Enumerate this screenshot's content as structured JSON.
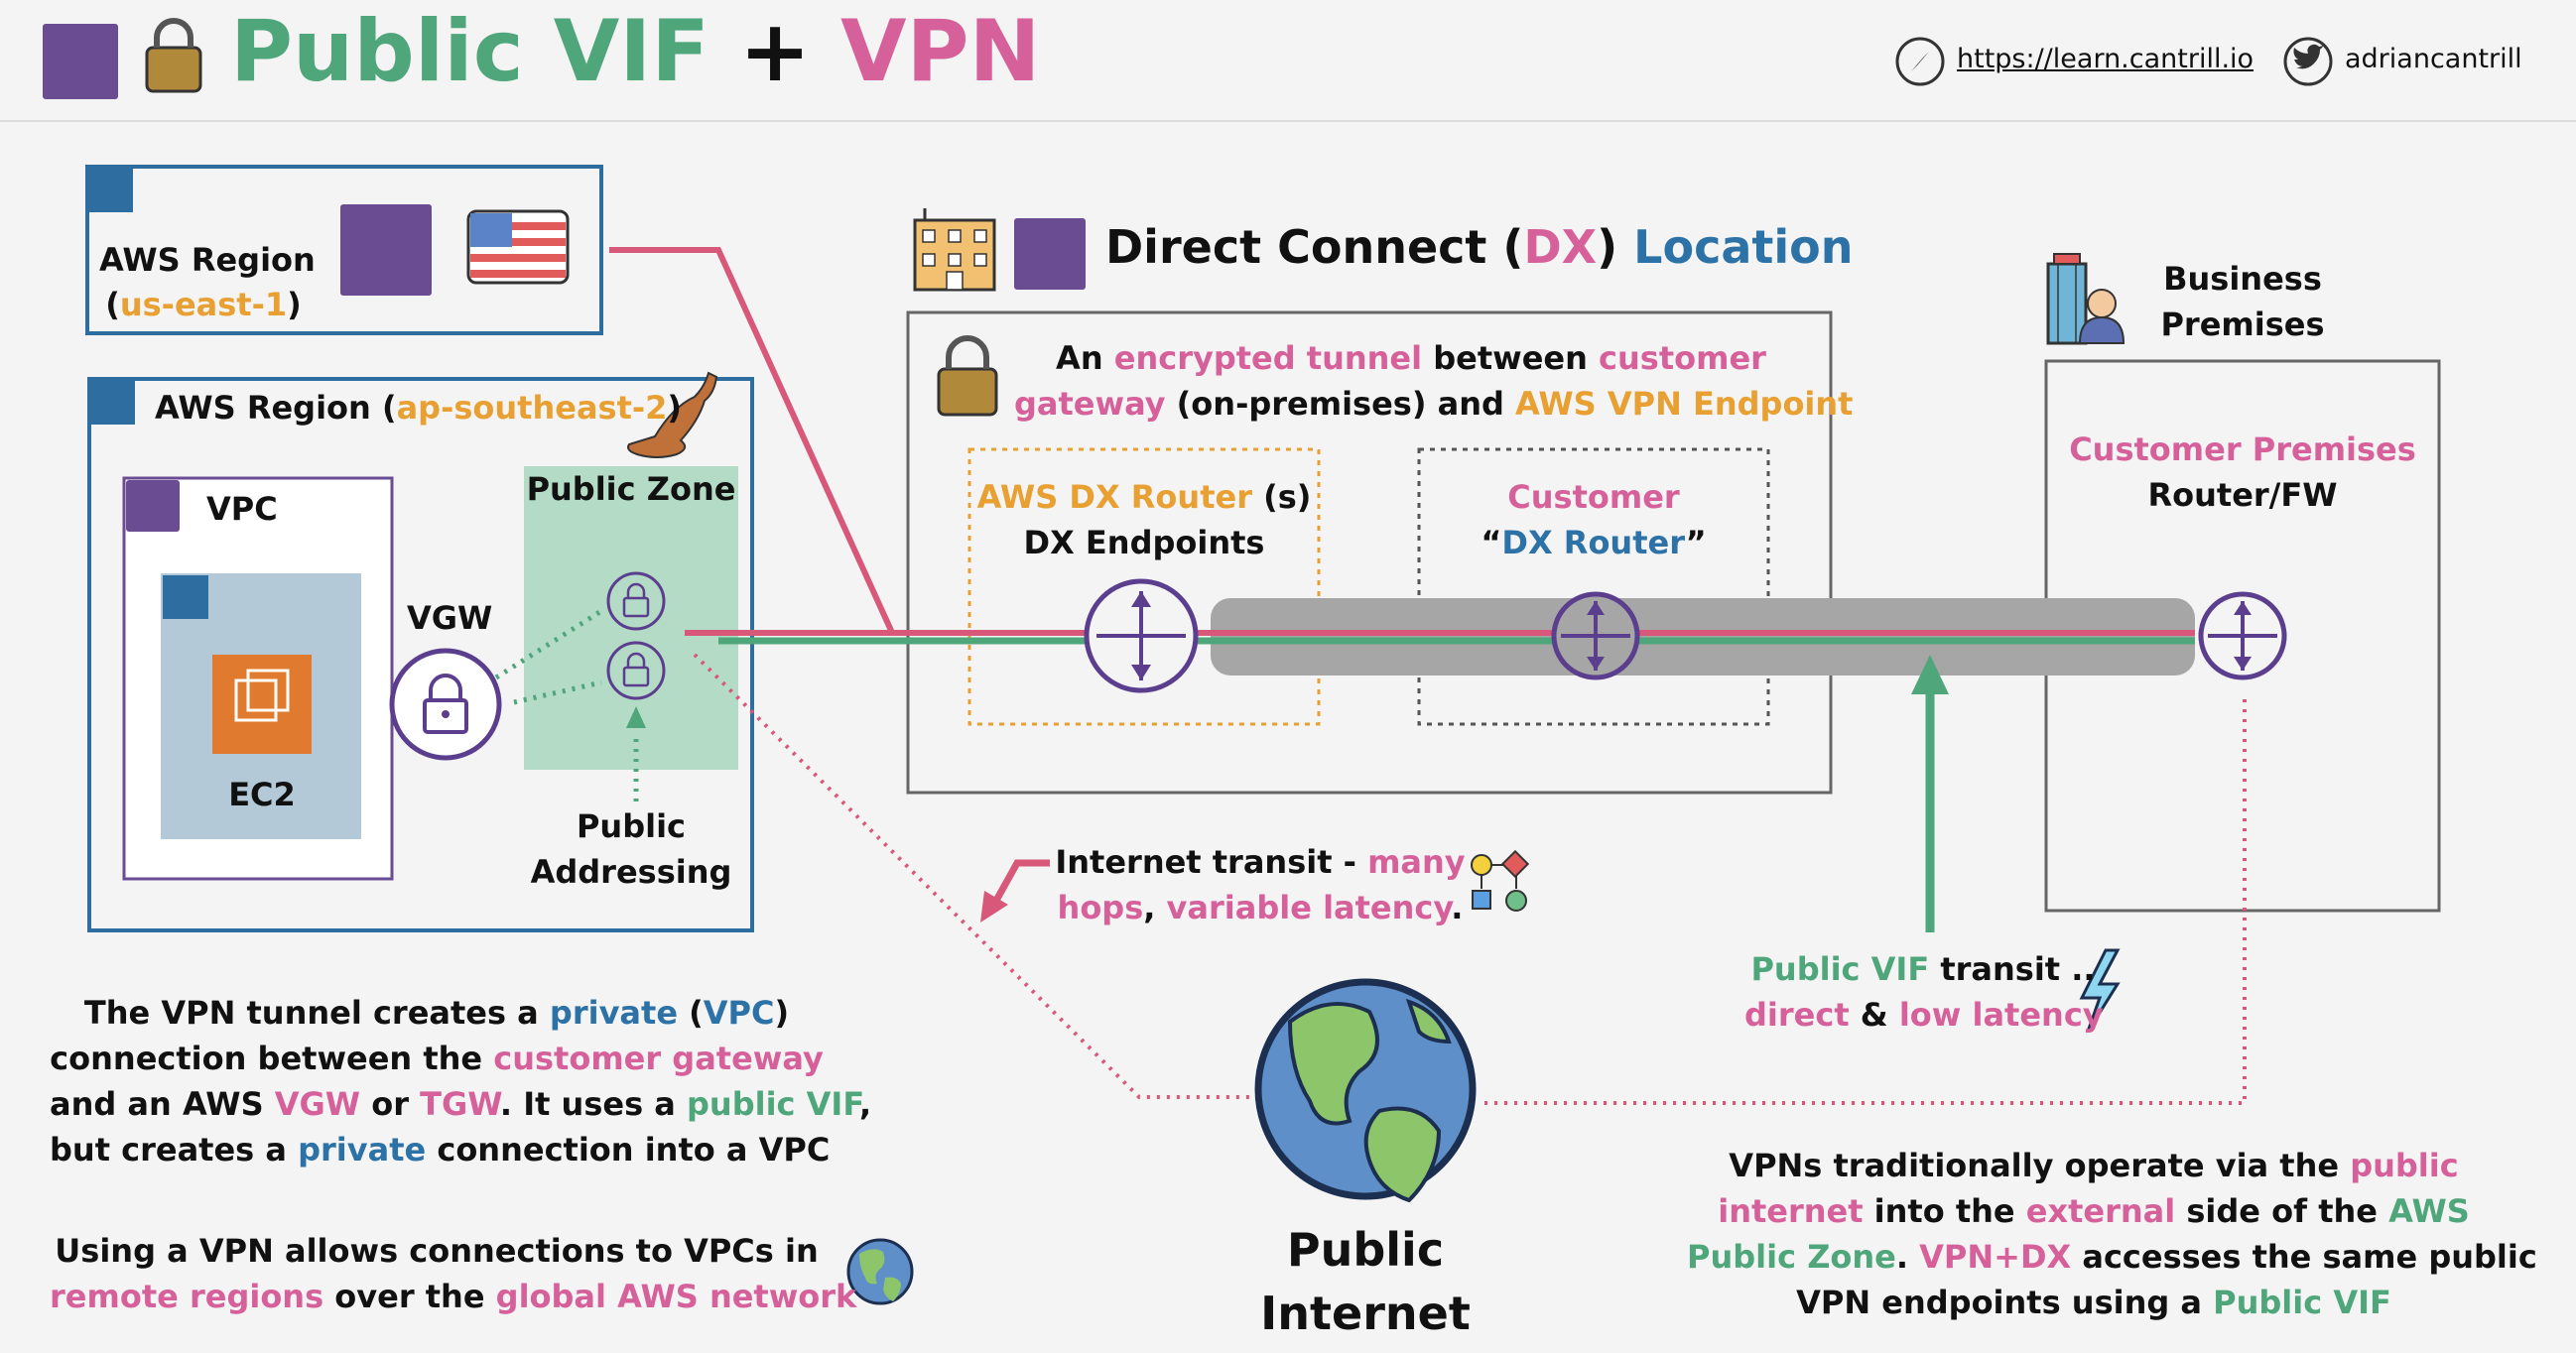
{
  "header": {
    "title_part1": "Public VIF",
    "title_plus": "+",
    "title_part2": "VPN",
    "link_text": "https://learn.cantrill.io",
    "twitter_handle": "adriancantrill"
  },
  "regions": {
    "region1_label": "AWS Region",
    "region1_open": "(",
    "region1_code": "us-east-1",
    "region1_close": ")",
    "region2_label": "AWS Region (",
    "region2_code": "ap-southeast-2",
    "region2_close": ")",
    "vpc_label": "VPC",
    "ec2_label": "EC2",
    "vgw_label": "VGW",
    "public_zone_label": "Public Zone",
    "public_addressing_line1": "Public",
    "public_addressing_line2": "Addressing"
  },
  "dx": {
    "title_pre": "Direct Connect (",
    "title_dx": "DX",
    "title_post": ")",
    "title_location": "Location",
    "tunnel": {
      "w1": "An",
      "w2": "encrypted tunnel",
      "w3": "between",
      "w4": "customer",
      "w5": "gateway",
      "w6": "(on-premises) and",
      "w7": "AWS VPN Endpoint"
    },
    "router_label1": "AWS DX Router",
    "router_label1_suffix": "(s)",
    "router_label2": "DX Endpoints",
    "customer_label1": "Customer",
    "customer_label2_open": "“",
    "customer_label2": "DX Router",
    "customer_label2_close": "”"
  },
  "business": {
    "label1": "Business",
    "label2": "Premises",
    "router1": "Customer Premises",
    "router2": "Router/FW"
  },
  "transit": {
    "t1": "Internet transit -",
    "t2": "many",
    "t3": "hops",
    "t4": ",",
    "t5": "variable latency",
    "t6": "."
  },
  "vif": {
    "v1": "Public VIF",
    "v2": "transit ..",
    "v3": "direct",
    "v4": "&",
    "v5": "low latency"
  },
  "internet": {
    "line1": "Public",
    "line2": "Internet"
  },
  "notes": {
    "vpn_note": {
      "a1": "The VPN tunnel creates a",
      "a2": "private",
      "a3": "(",
      "a4": "VPC",
      "a5": ")",
      "b1": "connection between the",
      "b2": "customer gateway",
      "c1": "and an AWS",
      "c2": "VGW",
      "c3": "or",
      "c4": "TGW",
      "c5": ". It uses a",
      "c6": "public VIF",
      "c7": ",",
      "d1": "but creates a",
      "d2": "private",
      "d3": "connection into a VPC"
    },
    "remote_note": {
      "a1": "Using a VPN allows connections to VPCs in",
      "b1": "remote regions",
      "b2": "over the",
      "b3": "global AWS network"
    },
    "right_note": {
      "a1": "VPNs traditionally operate via the",
      "a2": "public",
      "b1": "internet",
      "b2": "into the",
      "b3": "external",
      "b4": "side of the",
      "b5": "AWS",
      "c1": "Public Zone",
      "c2": ".",
      "c3": "VPN+DX",
      "c4": "accesses the same public",
      "d1": "VPN endpoints using a",
      "d2": "Public VIF"
    }
  },
  "colors": {
    "pink": "#d6619a",
    "green": "#4fa67b",
    "orange": "#e8a033",
    "blue": "#2d72a6",
    "purple": "#5b3e8e"
  },
  "icons": {
    "aws_region_icon": "cloud-shield-icon",
    "globe_icon": "globe-icon",
    "lock_icon": "padlock-icon",
    "router_icon": "router-arrows-icon",
    "twitter_icon": "twitter-icon",
    "compass_icon": "compass-icon"
  }
}
